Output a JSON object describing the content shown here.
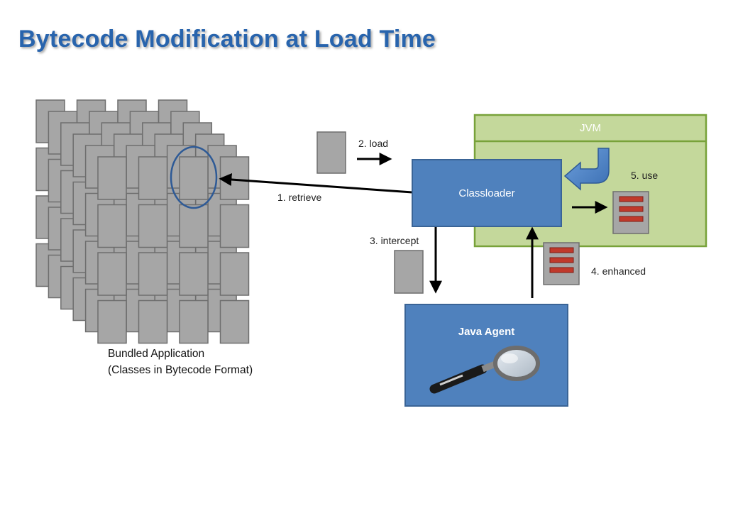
{
  "title": "Bytecode Modification at Load Time",
  "jvm": {
    "label": "JVM"
  },
  "classloader": {
    "label": "Classloader"
  },
  "java_agent": {
    "label": "Java Agent"
  },
  "steps": {
    "retrieve": "1. retrieve",
    "load": "2. load",
    "intercept": "3. intercept",
    "enhanced": "4. enhanced",
    "use": "5. use"
  },
  "bundled": {
    "line1": "Bundled Application",
    "line2": "(Classes in Bytecode Format)"
  },
  "colors": {
    "title": "#2864ad",
    "jvm_fill": "#c4d89b",
    "jvm_border": "#78a23a",
    "box_fill": "#4f81bd",
    "box_border": "#3a6496",
    "class_file": "#a6a6a6",
    "method_bar": "#c0392b"
  },
  "icons": [
    "magnifier-icon",
    "curved-arrow-icon"
  ]
}
